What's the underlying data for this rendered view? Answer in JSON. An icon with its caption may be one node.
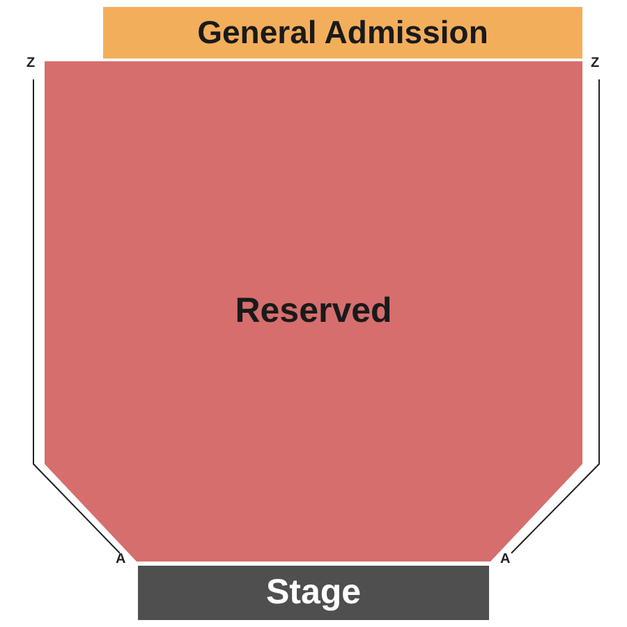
{
  "diagram": {
    "nodes": [
      {
        "text": [
          "General Admission"
        ]
      },
      {
        "text": [
          "Reserved"
        ]
      },
      {
        "text": [
          "Stage"
        ]
      }
    ],
    "labels": [
      "Z",
      "Z",
      "A",
      "A"
    ]
  }
}
